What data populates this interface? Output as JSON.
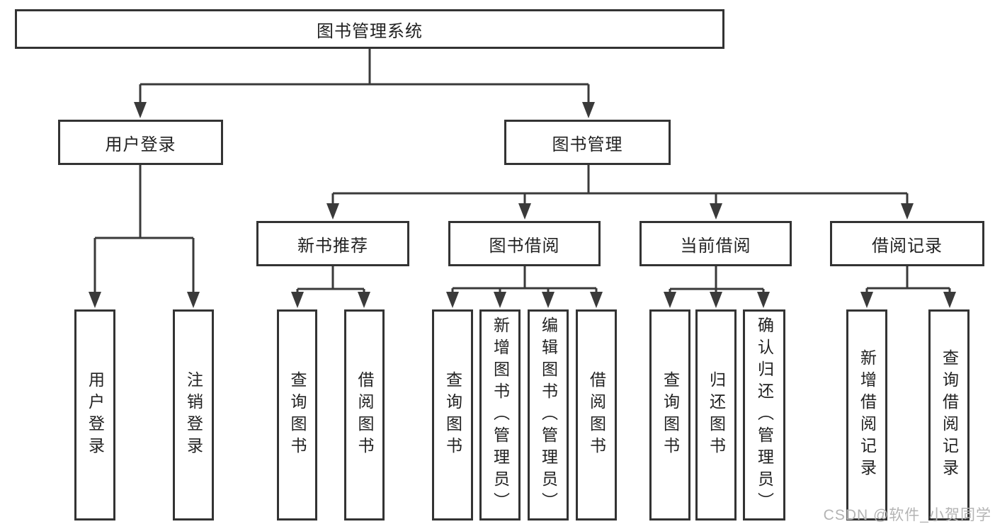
{
  "diagram": {
    "type": "hierarchy-flowchart",
    "root": {
      "label": "图书管理系统"
    },
    "branches": [
      {
        "label": "用户登录",
        "children": [
          {
            "label": "用户登录"
          },
          {
            "label": "注销登录"
          }
        ]
      },
      {
        "label": "图书管理",
        "children": [
          {
            "label": "新书推荐",
            "children": [
              {
                "label": "查询图书"
              },
              {
                "label": "借阅图书"
              }
            ]
          },
          {
            "label": "图书借阅",
            "children": [
              {
                "label": "查询图书"
              },
              {
                "label": "新增图书（管理员）"
              },
              {
                "label": "编辑图书（管理员）"
              },
              {
                "label": "借阅图书"
              }
            ]
          },
          {
            "label": "当前借阅",
            "children": [
              {
                "label": "查询图书"
              },
              {
                "label": "归还图书"
              },
              {
                "label": "确认归还（管理员）"
              }
            ]
          },
          {
            "label": "借阅记录",
            "children": [
              {
                "label": "新增借阅记录"
              },
              {
                "label": "查询借阅记录"
              }
            ]
          }
        ]
      }
    ],
    "watermark": "CSDN @软件_小贺同学",
    "colors": {
      "line": "#3a3a3a",
      "box_border": "#333333",
      "text": "#222222",
      "watermark": "#b4b4b4",
      "background": "#ffffff"
    }
  }
}
